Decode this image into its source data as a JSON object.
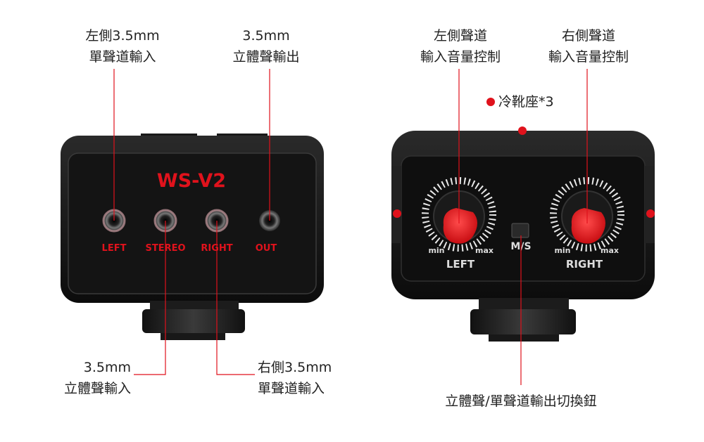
{
  "device": {
    "model": "WS-V2",
    "ports": [
      "LEFT",
      "STEREO",
      "RIGHT",
      "OUT"
    ],
    "knob_scale": {
      "min": "min",
      "max": "max"
    },
    "knob_labels": [
      "LEFT",
      "RIGHT"
    ],
    "switch_label": "M/S"
  },
  "callouts": {
    "left_mono_in": [
      "左側3.5mm",
      "單聲道輸入"
    ],
    "stereo_out": [
      "3.5mm",
      "立體聲輸出"
    ],
    "stereo_in": [
      "3.5mm",
      "立體聲輸入"
    ],
    "right_mono_in": [
      "右側3.5mm",
      "單聲道輸入"
    ],
    "left_volume": [
      "左側聲道",
      "輸入音量控制"
    ],
    "right_volume": [
      "右側聲道",
      "輸入音量控制"
    ],
    "cold_shoe": "冷靴座*3",
    "switch": "立體聲/單聲道輸出切換鈕"
  },
  "colors": {
    "accent": "#e0121c",
    "body": "#161616",
    "text": "#222222"
  }
}
